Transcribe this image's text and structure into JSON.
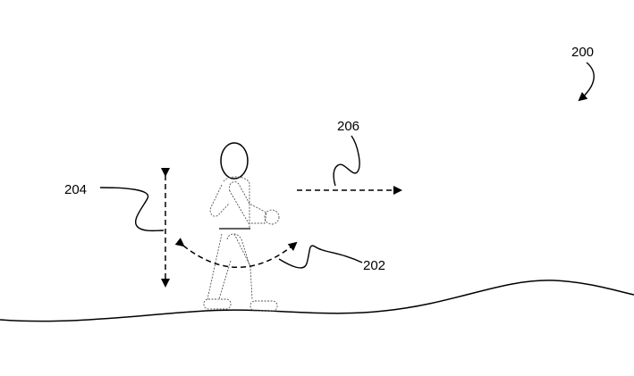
{
  "figure": {
    "labels": {
      "figure_ref": "200",
      "person": "202",
      "vertical_motion": "204",
      "forward_motion": "206"
    }
  }
}
